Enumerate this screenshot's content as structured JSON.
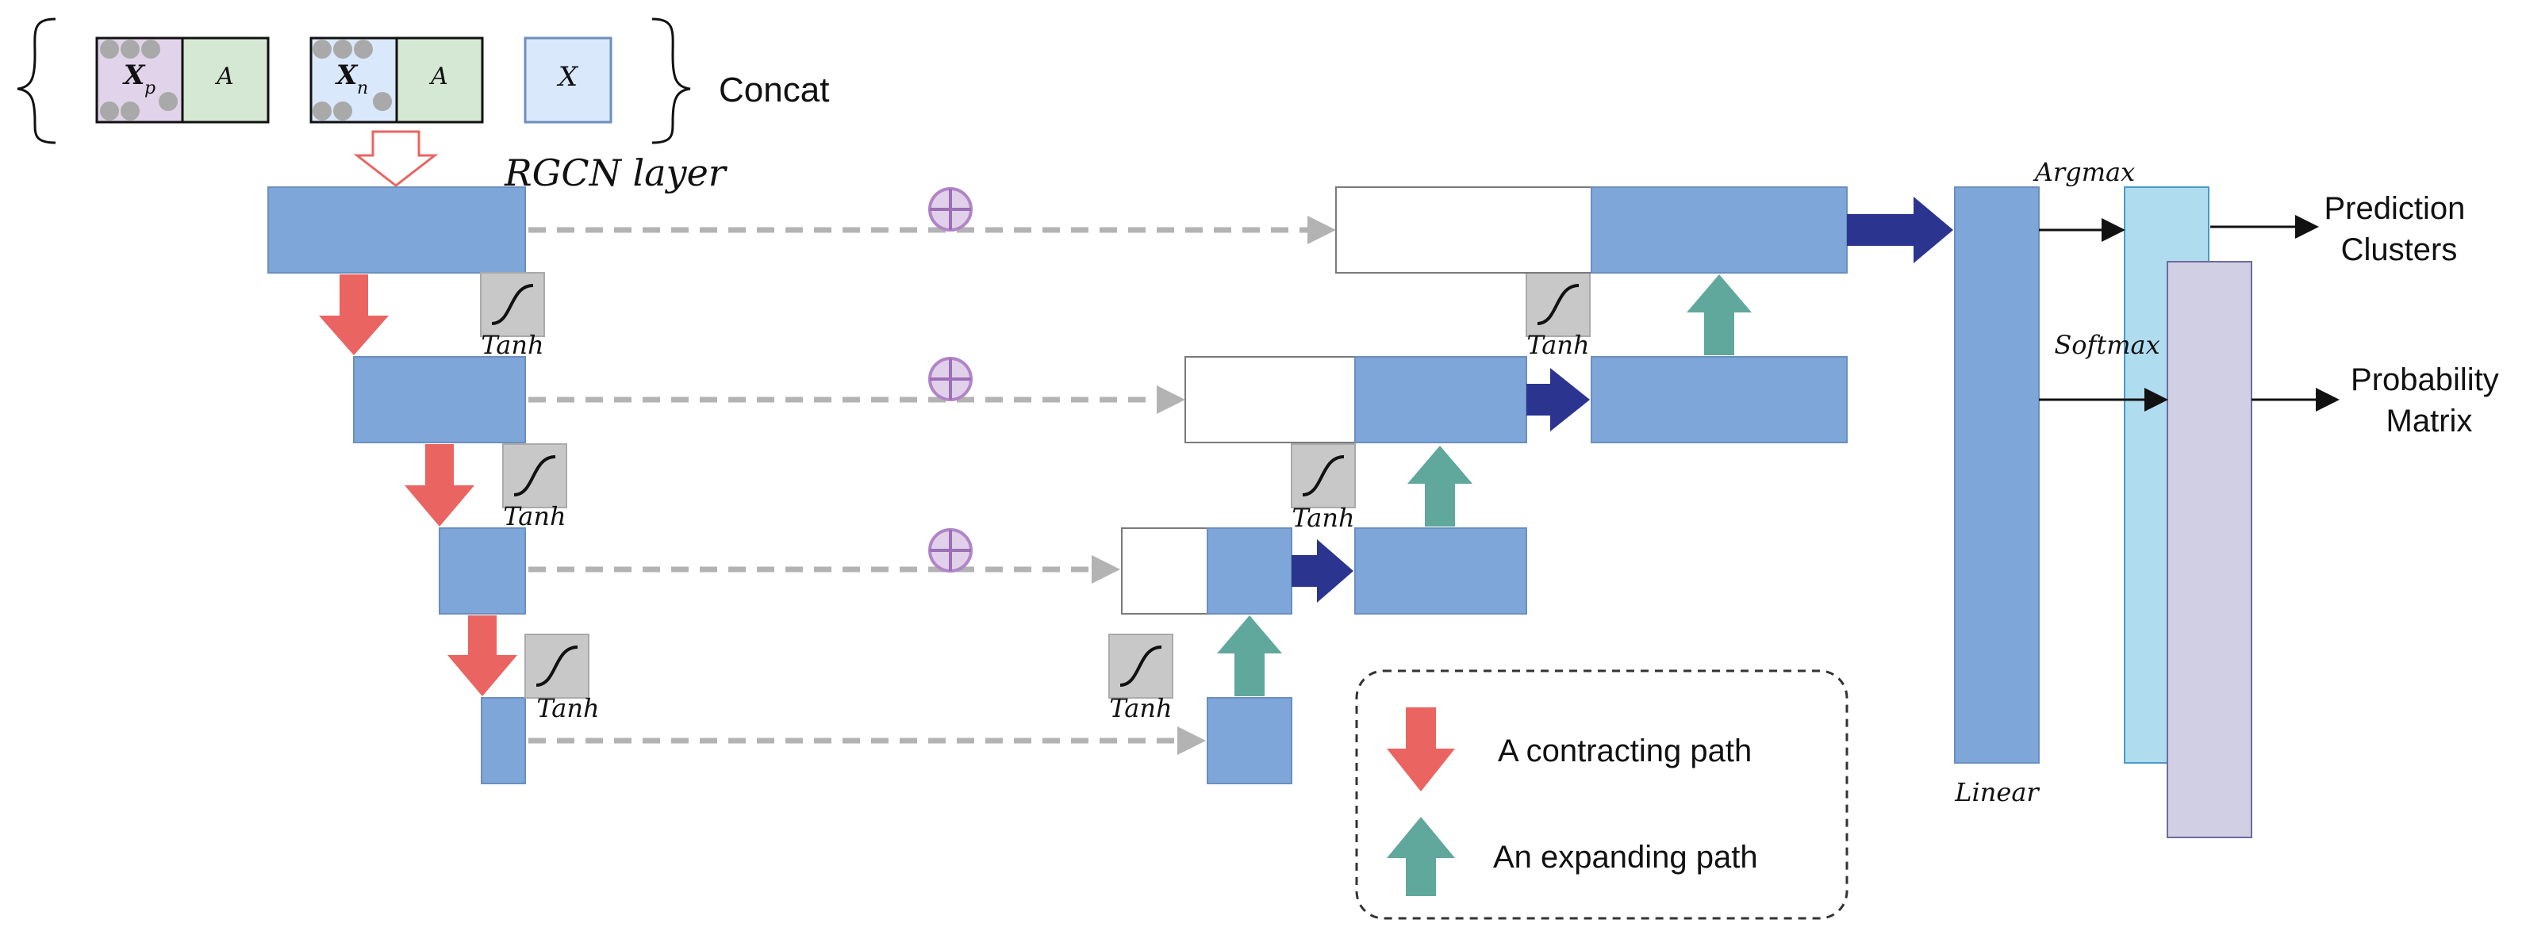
{
  "input": {
    "groups": [
      {
        "x_label": "X",
        "x_sub": "p",
        "a_label": "A"
      },
      {
        "x_label": "X",
        "x_sub": "n",
        "a_label": "A"
      }
    ],
    "feature_label": "X",
    "concat_label": "Concat"
  },
  "layer_title": "RGCN  layer",
  "activation_label": "Tanh",
  "plus_symbol": "+",
  "outputs": {
    "linear_label": "Linear",
    "argmax_label": "Argmax",
    "softmax_label": "Softmax",
    "prediction_line1": "Prediction",
    "prediction_line2": "Clusters",
    "probability_line1": "Probability",
    "probability_line2": "Matrix"
  },
  "legend": {
    "contracting": "A contracting path",
    "expanding": "An expanding path"
  },
  "colors": {
    "block": "#7ea6d8",
    "contracting_arrow": "#ea6461",
    "expanding_arrow": "#5fa89b",
    "merge_arrow": "#2b3590",
    "skip_dash": "#b3b3b3",
    "plus_fill": "#e1d0ea",
    "argmax_block": "#b0dcf0",
    "softmax_block": "#d0cfe4",
    "x_p_fill": "#e1d4ea",
    "a_fill": "#d5e8d4",
    "x_fill": "#dae8fc"
  },
  "icons": [
    "sigmoid-icon",
    "plus-circle-icon",
    "down-arrow-icon",
    "up-arrow-icon",
    "right-arrow-icon",
    "curly-brace-icon"
  ]
}
